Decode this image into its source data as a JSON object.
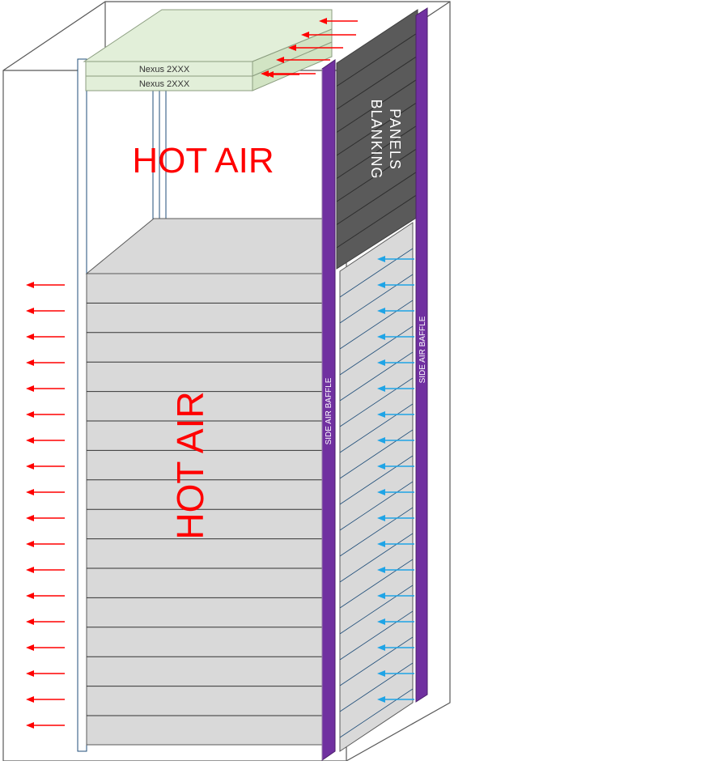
{
  "labels": {
    "switch_top": "Nexus 2XXX",
    "switch_bottom": "Nexus 2XXX",
    "hot_air_top": "HOT AIR",
    "hot_air_side": "HOT AIR",
    "blanking_line1": "BLANKING",
    "blanking_line2": "PANELS",
    "baffle_front": "SIDE AIR BAFFLE",
    "baffle_rear": "SIDE AIR BAFFLE"
  },
  "colors": {
    "hot": "#ff0000",
    "cold": "#1fa4e6",
    "baffle": "#7030a0",
    "outline": "#595959",
    "rail_blue": "#1f4e79",
    "server_fill": "#d9d9d9",
    "blank_fill": "#595959",
    "switch_fill": "#e2efd9"
  },
  "icons": {
    "hot_exhaust": "arrow-left-icon",
    "cold_intake": "arrow-left-icon",
    "switch_intake": "arrow-left-icon"
  }
}
